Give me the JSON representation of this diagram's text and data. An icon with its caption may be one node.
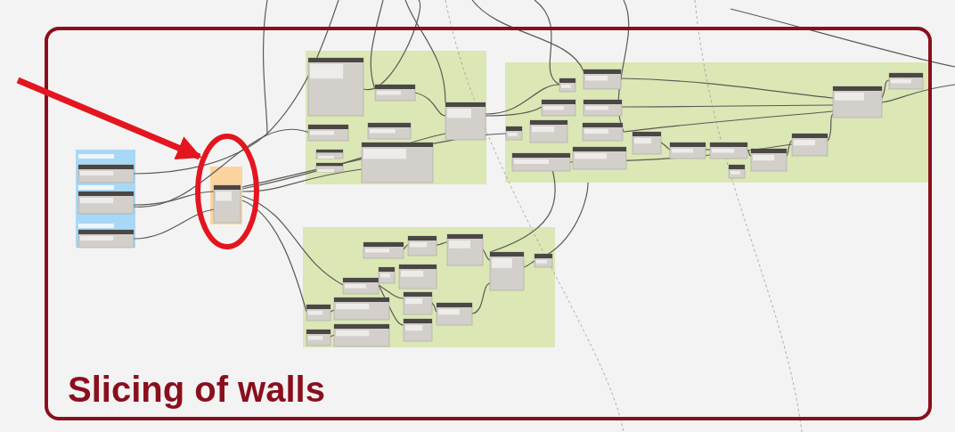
{
  "diagram": {
    "nodes": [
      {
        "text": [
          "Slicing of walls"
        ]
      },
      {
        "text": [],
        "shape": "ellipse",
        "in": 0
      }
    ],
    "edges": [
      {
        "from": null,
        "to": 1,
        "arrow": "to"
      }
    ]
  }
}
